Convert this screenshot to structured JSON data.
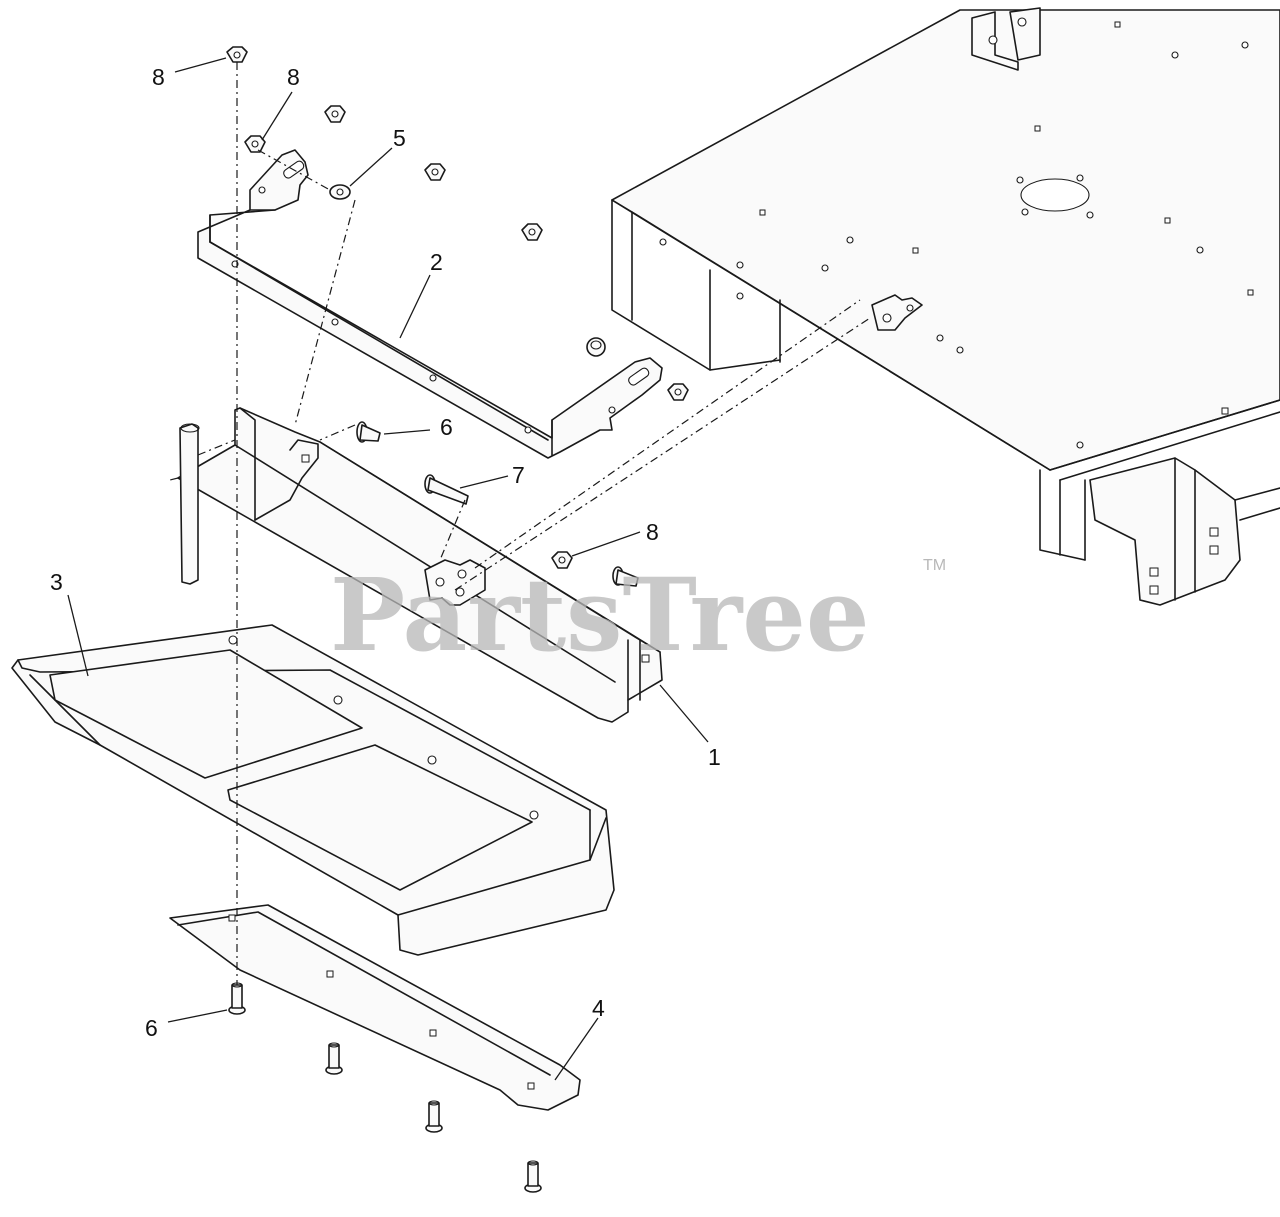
{
  "watermark": {
    "text": "PartsTree",
    "trademark": "TM"
  },
  "callouts": [
    {
      "id": "c8a",
      "label": "8"
    },
    {
      "id": "c8b",
      "label": "8"
    },
    {
      "id": "c5",
      "label": "5"
    },
    {
      "id": "c2",
      "label": "2"
    },
    {
      "id": "c6a",
      "label": "6"
    },
    {
      "id": "c7",
      "label": "7"
    },
    {
      "id": "c8c",
      "label": "8"
    },
    {
      "id": "c3",
      "label": "3"
    },
    {
      "id": "c1",
      "label": "1"
    },
    {
      "id": "c6b",
      "label": "6"
    },
    {
      "id": "c4",
      "label": "4"
    }
  ]
}
